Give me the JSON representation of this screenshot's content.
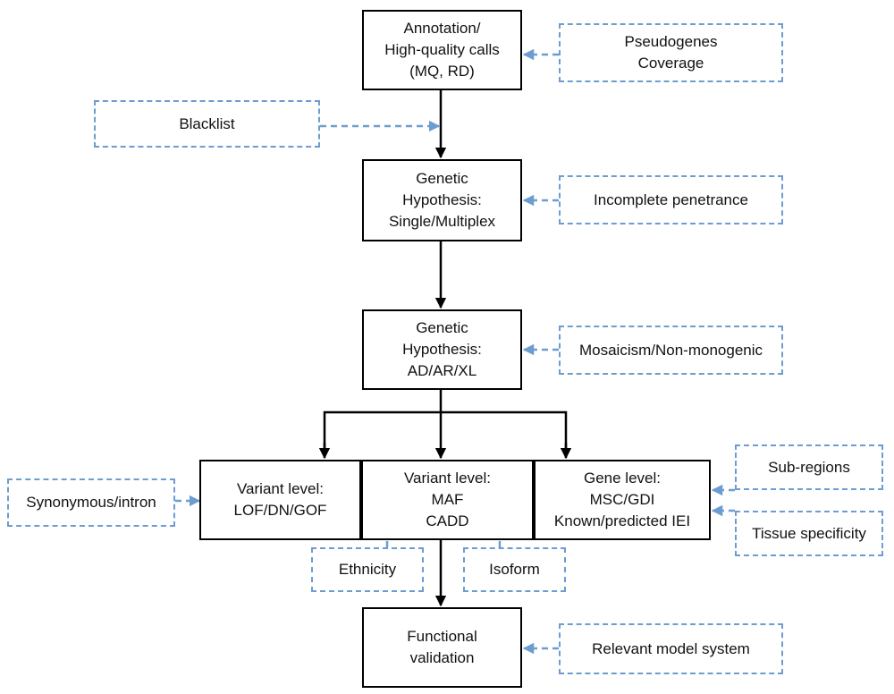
{
  "main_boxes": {
    "annotation": [
      "Annotation/",
      "High-quality calls",
      "(MQ, RD)"
    ],
    "hypothesis_single": [
      "Genetic",
      "Hypothesis:",
      "Single/Multiplex"
    ],
    "hypothesis_inheritance": [
      "Genetic",
      "Hypothesis:",
      "AD/AR/XL"
    ],
    "variant_lof": [
      "Variant level:",
      "LOF/DN/GOF"
    ],
    "variant_maf": [
      "Variant level:",
      "MAF",
      "CADD"
    ],
    "gene_level": [
      "Gene level:",
      "MSC/GDI",
      "Known/predicted IEI"
    ],
    "functional": [
      "Functional",
      "validation"
    ]
  },
  "modifier_boxes": {
    "pseudogenes": [
      "Pseudogenes",
      "Coverage"
    ],
    "blacklist": [
      "Blacklist"
    ],
    "incomplete_penetrance": [
      "Incomplete penetrance"
    ],
    "mosaicism": [
      "Mosaicism/Non-monogenic"
    ],
    "synonymous": [
      "Synonymous/intron"
    ],
    "ethnicity": [
      "Ethnicity"
    ],
    "isoform": [
      "Isoform"
    ],
    "sub_regions": [
      "Sub-regions"
    ],
    "tissue": [
      "Tissue specificity"
    ],
    "model_system": [
      "Relevant model system"
    ]
  },
  "colors": {
    "solid": "#000000",
    "dashed": "#6d9cd0"
  }
}
